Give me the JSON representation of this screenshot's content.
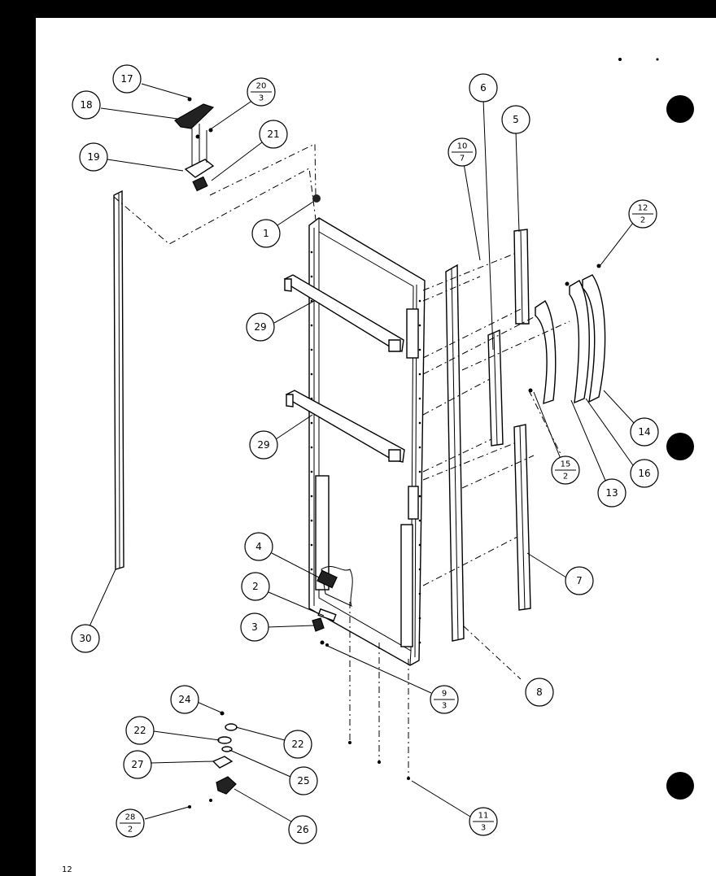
{
  "page": {
    "page_number": "12"
  },
  "callouts": [
    {
      "id": "c17",
      "top": "17",
      "bottom": ""
    },
    {
      "id": "c18",
      "top": "18",
      "bottom": ""
    },
    {
      "id": "c20",
      "top": "20",
      "bottom": "3"
    },
    {
      "id": "c21",
      "top": "21",
      "bottom": ""
    },
    {
      "id": "c19",
      "top": "19",
      "bottom": ""
    },
    {
      "id": "c1",
      "top": "1",
      "bottom": ""
    },
    {
      "id": "c6",
      "top": "6",
      "bottom": ""
    },
    {
      "id": "c5",
      "top": "5",
      "bottom": ""
    },
    {
      "id": "c10",
      "top": "10",
      "bottom": "7"
    },
    {
      "id": "c12",
      "top": "12",
      "bottom": "2"
    },
    {
      "id": "c29a",
      "top": "29",
      "bottom": ""
    },
    {
      "id": "c29b",
      "top": "29",
      "bottom": ""
    },
    {
      "id": "c14",
      "top": "14",
      "bottom": ""
    },
    {
      "id": "c15",
      "top": "15",
      "bottom": "2"
    },
    {
      "id": "c13",
      "top": "13",
      "bottom": ""
    },
    {
      "id": "c16",
      "top": "16",
      "bottom": ""
    },
    {
      "id": "c4",
      "top": "4",
      "bottom": ""
    },
    {
      "id": "c2",
      "top": "2",
      "bottom": ""
    },
    {
      "id": "c3",
      "top": "3",
      "bottom": ""
    },
    {
      "id": "c7",
      "top": "7",
      "bottom": ""
    },
    {
      "id": "c30",
      "top": "30",
      "bottom": ""
    },
    {
      "id": "c9",
      "top": "9",
      "bottom": "3"
    },
    {
      "id": "c8",
      "top": "8",
      "bottom": ""
    },
    {
      "id": "c24",
      "top": "24",
      "bottom": ""
    },
    {
      "id": "c22a",
      "top": "22",
      "bottom": ""
    },
    {
      "id": "c22b",
      "top": "22",
      "bottom": ""
    },
    {
      "id": "c27",
      "top": "27",
      "bottom": ""
    },
    {
      "id": "c25",
      "top": "25",
      "bottom": ""
    },
    {
      "id": "c28",
      "top": "28",
      "bottom": "2"
    },
    {
      "id": "c26",
      "top": "26",
      "bottom": ""
    },
    {
      "id": "c11",
      "top": "11",
      "bottom": "3"
    }
  ]
}
